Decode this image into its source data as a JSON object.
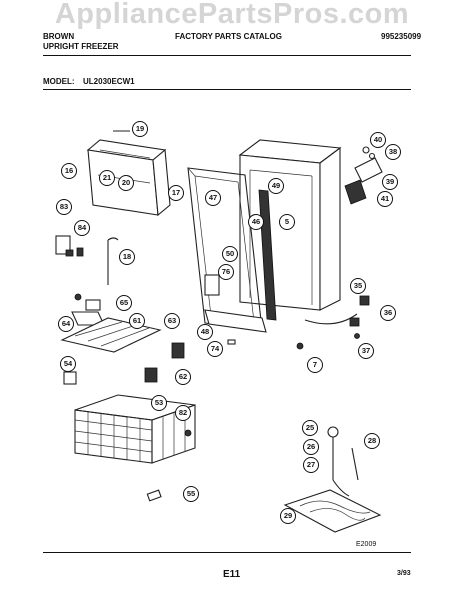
{
  "watermark": "AppliancePartsPros.com",
  "header": {
    "brand": "BROWN",
    "product": "UPRIGHT FREEZER",
    "catalog_title": "FACTORY PARTS CATALOG",
    "catalog_number": "995235099",
    "model_label": "MODEL:",
    "model_number": "UL2030ECW1"
  },
  "diagram": {
    "code": "E2009",
    "callouts": [
      "19",
      "16",
      "21",
      "20",
      "17",
      "40",
      "38",
      "39",
      "41",
      "83",
      "84",
      "18",
      "47",
      "49",
      "46",
      "5",
      "50",
      "76",
      "65",
      "61",
      "63",
      "64",
      "48",
      "74",
      "7",
      "35",
      "36",
      "37",
      "54",
      "62",
      "53",
      "82",
      "25",
      "26",
      "28",
      "27",
      "29",
      "55"
    ]
  },
  "footer": {
    "page": "E11",
    "date": "3/93"
  }
}
